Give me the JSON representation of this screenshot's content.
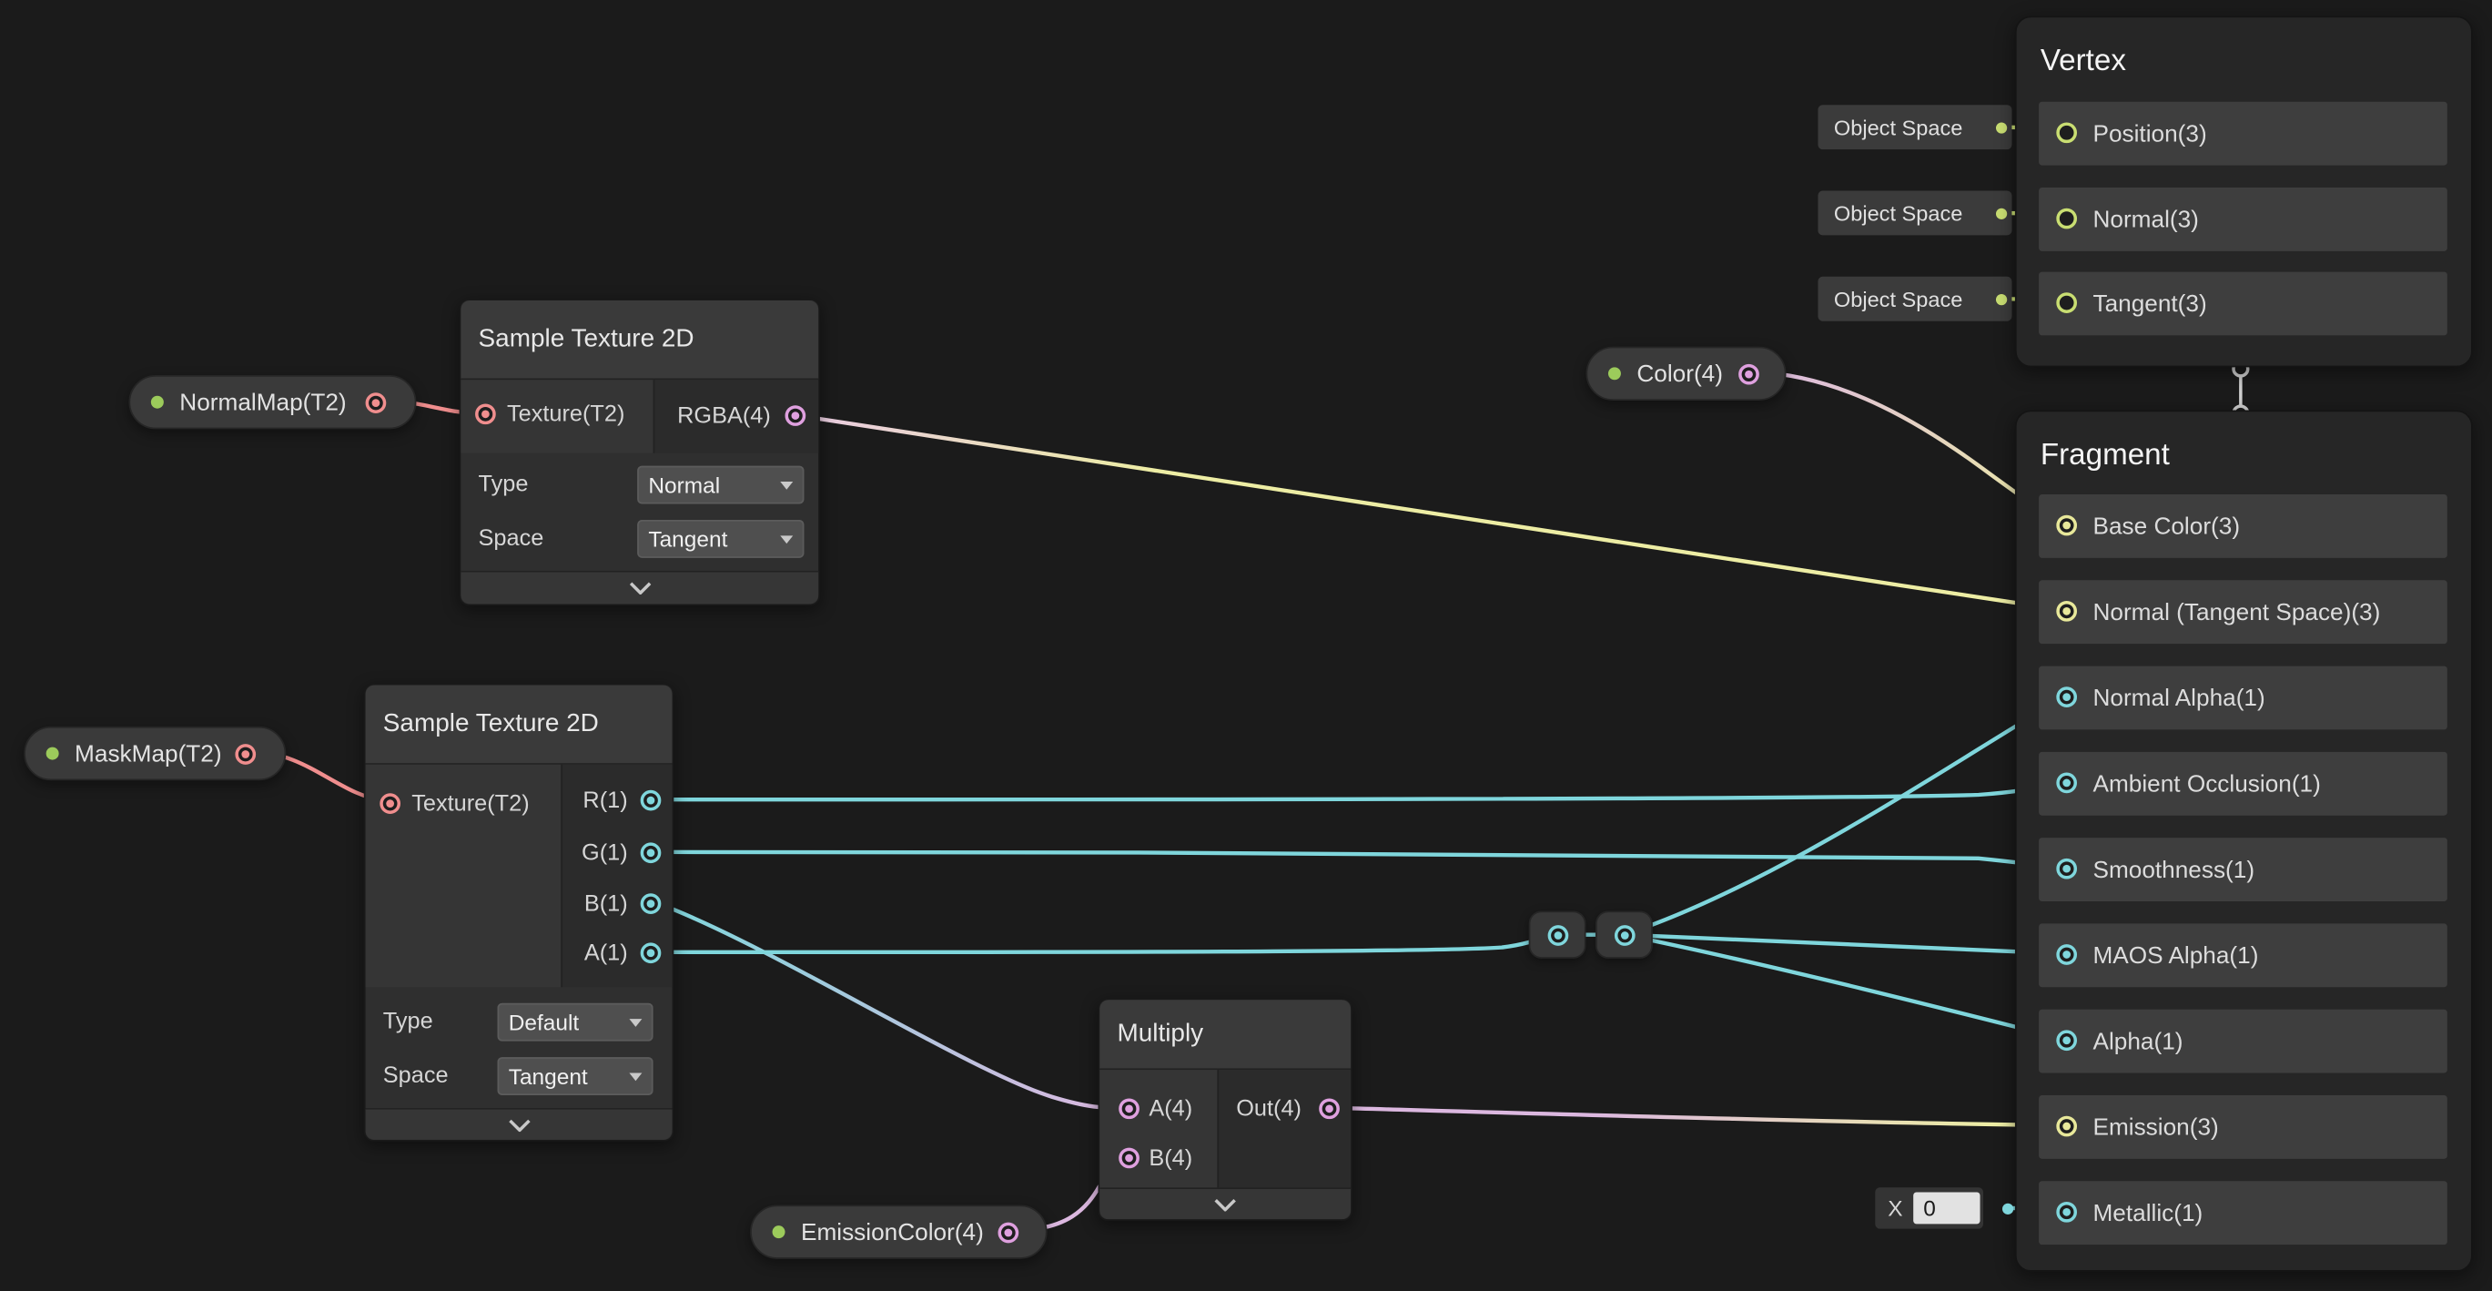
{
  "palette": {
    "background": "#1b1b1b",
    "wire_texture2d": "#F08E8E",
    "wire_float": "#7FD6DC",
    "wire_vector3": "#EDEDA4",
    "wire_vector4": "#DCB8E0",
    "wire_object_space": "#C9DE72",
    "property_exposed_dot": "#9CCB5B",
    "node_background": "#2f2f2f",
    "row_background": "#3e3e3e"
  },
  "property_nodes": {
    "normalmap": "NormalMap(T2)",
    "maskmap": "MaskMap(T2)",
    "color": "Color(4)",
    "emission": "EmissionColor(4)"
  },
  "sample_texture_1": {
    "title": "Sample Texture 2D",
    "input_label": "Texture(T2)",
    "output_label": "RGBA(4)",
    "type_label": "Type",
    "type_value": "Normal",
    "space_label": "Space",
    "space_value": "Tangent"
  },
  "sample_texture_2": {
    "title": "Sample Texture 2D",
    "input_label": "Texture(T2)",
    "outputs": [
      "R(1)",
      "G(1)",
      "B(1)",
      "A(1)"
    ],
    "type_label": "Type",
    "type_value": "Default",
    "space_label": "Space",
    "space_value": "Tangent"
  },
  "multiply": {
    "title": "Multiply",
    "input_a": "A(4)",
    "input_b": "B(4)",
    "output": "Out(4)"
  },
  "vertex": {
    "title": "Vertex",
    "rows": [
      "Position(3)",
      "Normal(3)",
      "Tangent(3)"
    ]
  },
  "object_space": {
    "labels": [
      "Object Space",
      "Object Space",
      "Object Space"
    ]
  },
  "fragment": {
    "title": "Fragment",
    "rows": [
      "Base Color(3)",
      "Normal (Tangent Space)(3)",
      "Normal Alpha(1)",
      "Ambient Occlusion(1)",
      "Smoothness(1)",
      "MAOS Alpha(1)",
      "Alpha(1)",
      "Emission(3)",
      "Metallic(1)"
    ]
  },
  "metallic_field": {
    "label": "X",
    "value": "0"
  }
}
